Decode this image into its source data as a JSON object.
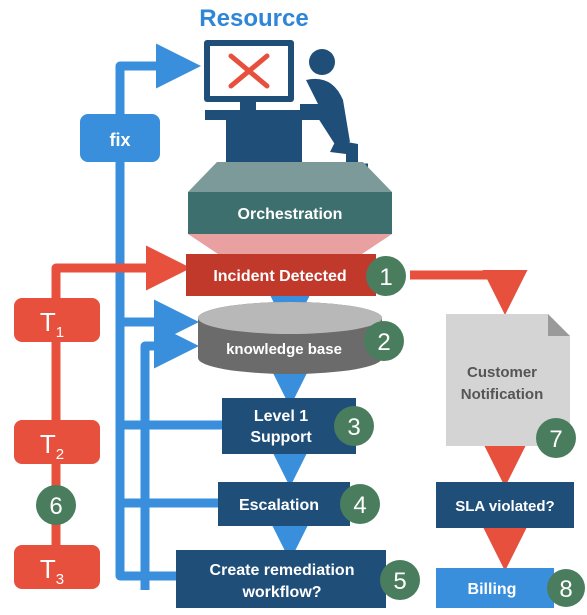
{
  "resource": {
    "title": "Resource"
  },
  "fix": {
    "label": "fix"
  },
  "orchestration": {
    "label": "Orchestration"
  },
  "incident": {
    "label": "Incident Detected",
    "step": "1"
  },
  "knowledge": {
    "label": "knowledge base",
    "step": "2"
  },
  "level1": {
    "line1": "Level 1",
    "line2": "Support",
    "step": "3"
  },
  "escalation": {
    "label": "Escalation",
    "step": "4"
  },
  "remediation": {
    "line1": "Create remediation",
    "line2": "workflow?",
    "step": "5"
  },
  "timers": {
    "t1": "T",
    "t1_sub": "1",
    "t2": "T",
    "t2_sub": "2",
    "t3": "T",
    "t3_sub": "3",
    "step": "6"
  },
  "notification": {
    "line1": "Customer",
    "line2": "Notification",
    "step": "7"
  },
  "sla": {
    "label": "SLA violated?"
  },
  "billing": {
    "label": "Billing",
    "step": "8"
  },
  "colors": {
    "blue": "#3a8fdc",
    "red": "#e8503e",
    "navy": "#1f4e79",
    "green": "#4a7d5e",
    "orchestration": "#3d6f6f",
    "gray": "#d0d0d0"
  }
}
